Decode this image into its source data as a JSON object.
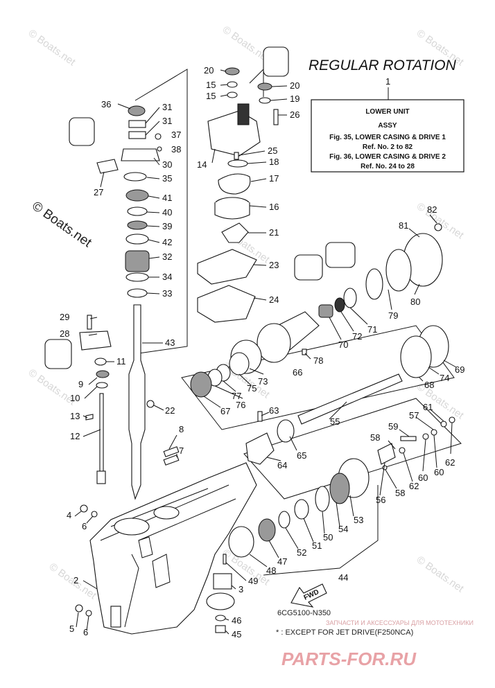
{
  "title": "REGULAR ROTATION",
  "info_box": {
    "ref": "1",
    "lines": [
      "LOWER UNIT",
      "ASSY",
      "Fig. 35, LOWER CASING & DRIVE 1",
      "Ref. No. 2 to 82",
      "Fig. 36, LOWER CASING & DRIVE 2",
      "Ref. No. 24 to 28"
    ]
  },
  "diagram_code": "6CG5100-N350",
  "footnote": "* : EXCEPT FOR JET DRIVE(F250NCA)",
  "fwd_label": "FWD",
  "watermark": "© Boats.net",
  "brand": {
    "tagline": "ЗАПЧАСТИ И АКСЕССУАРЫ ДЛЯ МОТОТЕХНИКИ",
    "name": "PARTS-FOR.RU"
  },
  "callouts": [
    {
      "label": "36"
    },
    {
      "label": "31"
    },
    {
      "label": "31"
    },
    {
      "label": "37"
    },
    {
      "label": "38"
    },
    {
      "label": "30"
    },
    {
      "label": "27"
    },
    {
      "label": "35"
    },
    {
      "label": "41"
    },
    {
      "label": "40"
    },
    {
      "label": "39"
    },
    {
      "label": "42"
    },
    {
      "label": "32"
    },
    {
      "label": "34"
    },
    {
      "label": "33"
    },
    {
      "label": "43"
    },
    {
      "label": "29"
    },
    {
      "label": "28"
    },
    {
      "label": "11"
    },
    {
      "label": "9"
    },
    {
      "label": "10"
    },
    {
      "label": "13"
    },
    {
      "label": "12"
    },
    {
      "label": "22"
    },
    {
      "label": "8"
    },
    {
      "label": "7"
    },
    {
      "label": "4"
    },
    {
      "label": "6"
    },
    {
      "label": "2"
    },
    {
      "label": "5"
    },
    {
      "label": "6"
    },
    {
      "label": "20"
    },
    {
      "label": "15"
    },
    {
      "label": "15"
    },
    {
      "label": "20"
    },
    {
      "label": "19"
    },
    {
      "label": "26"
    },
    {
      "label": "14"
    },
    {
      "label": "25"
    },
    {
      "label": "18"
    },
    {
      "label": "17"
    },
    {
      "label": "16"
    },
    {
      "label": "21"
    },
    {
      "label": "23"
    },
    {
      "label": "24"
    },
    {
      "label": "82"
    },
    {
      "label": "81"
    },
    {
      "label": "80"
    },
    {
      "label": "79"
    },
    {
      "label": "71"
    },
    {
      "label": "72"
    },
    {
      "label": "70"
    },
    {
      "label": "66"
    },
    {
      "label": "78"
    },
    {
      "label": "69"
    },
    {
      "label": "74"
    },
    {
      "label": "68"
    },
    {
      "label": "73"
    },
    {
      "label": "75"
    },
    {
      "label": "77"
    },
    {
      "label": "76"
    },
    {
      "label": "67"
    },
    {
      "label": "63"
    },
    {
      "label": "55"
    },
    {
      "label": "61"
    },
    {
      "label": "57"
    },
    {
      "label": "59"
    },
    {
      "label": "58"
    },
    {
      "label": "62"
    },
    {
      "label": "60"
    },
    {
      "label": "60"
    },
    {
      "label": "62"
    },
    {
      "label": "58"
    },
    {
      "label": "56"
    },
    {
      "label": "64"
    },
    {
      "label": "65"
    },
    {
      "label": "53"
    },
    {
      "label": "54"
    },
    {
      "label": "50"
    },
    {
      "label": "51"
    },
    {
      "label": "52"
    },
    {
      "label": "47"
    },
    {
      "label": "48"
    },
    {
      "label": "49"
    },
    {
      "label": "44"
    },
    {
      "label": "3"
    },
    {
      "label": "46"
    },
    {
      "label": "45"
    }
  ]
}
